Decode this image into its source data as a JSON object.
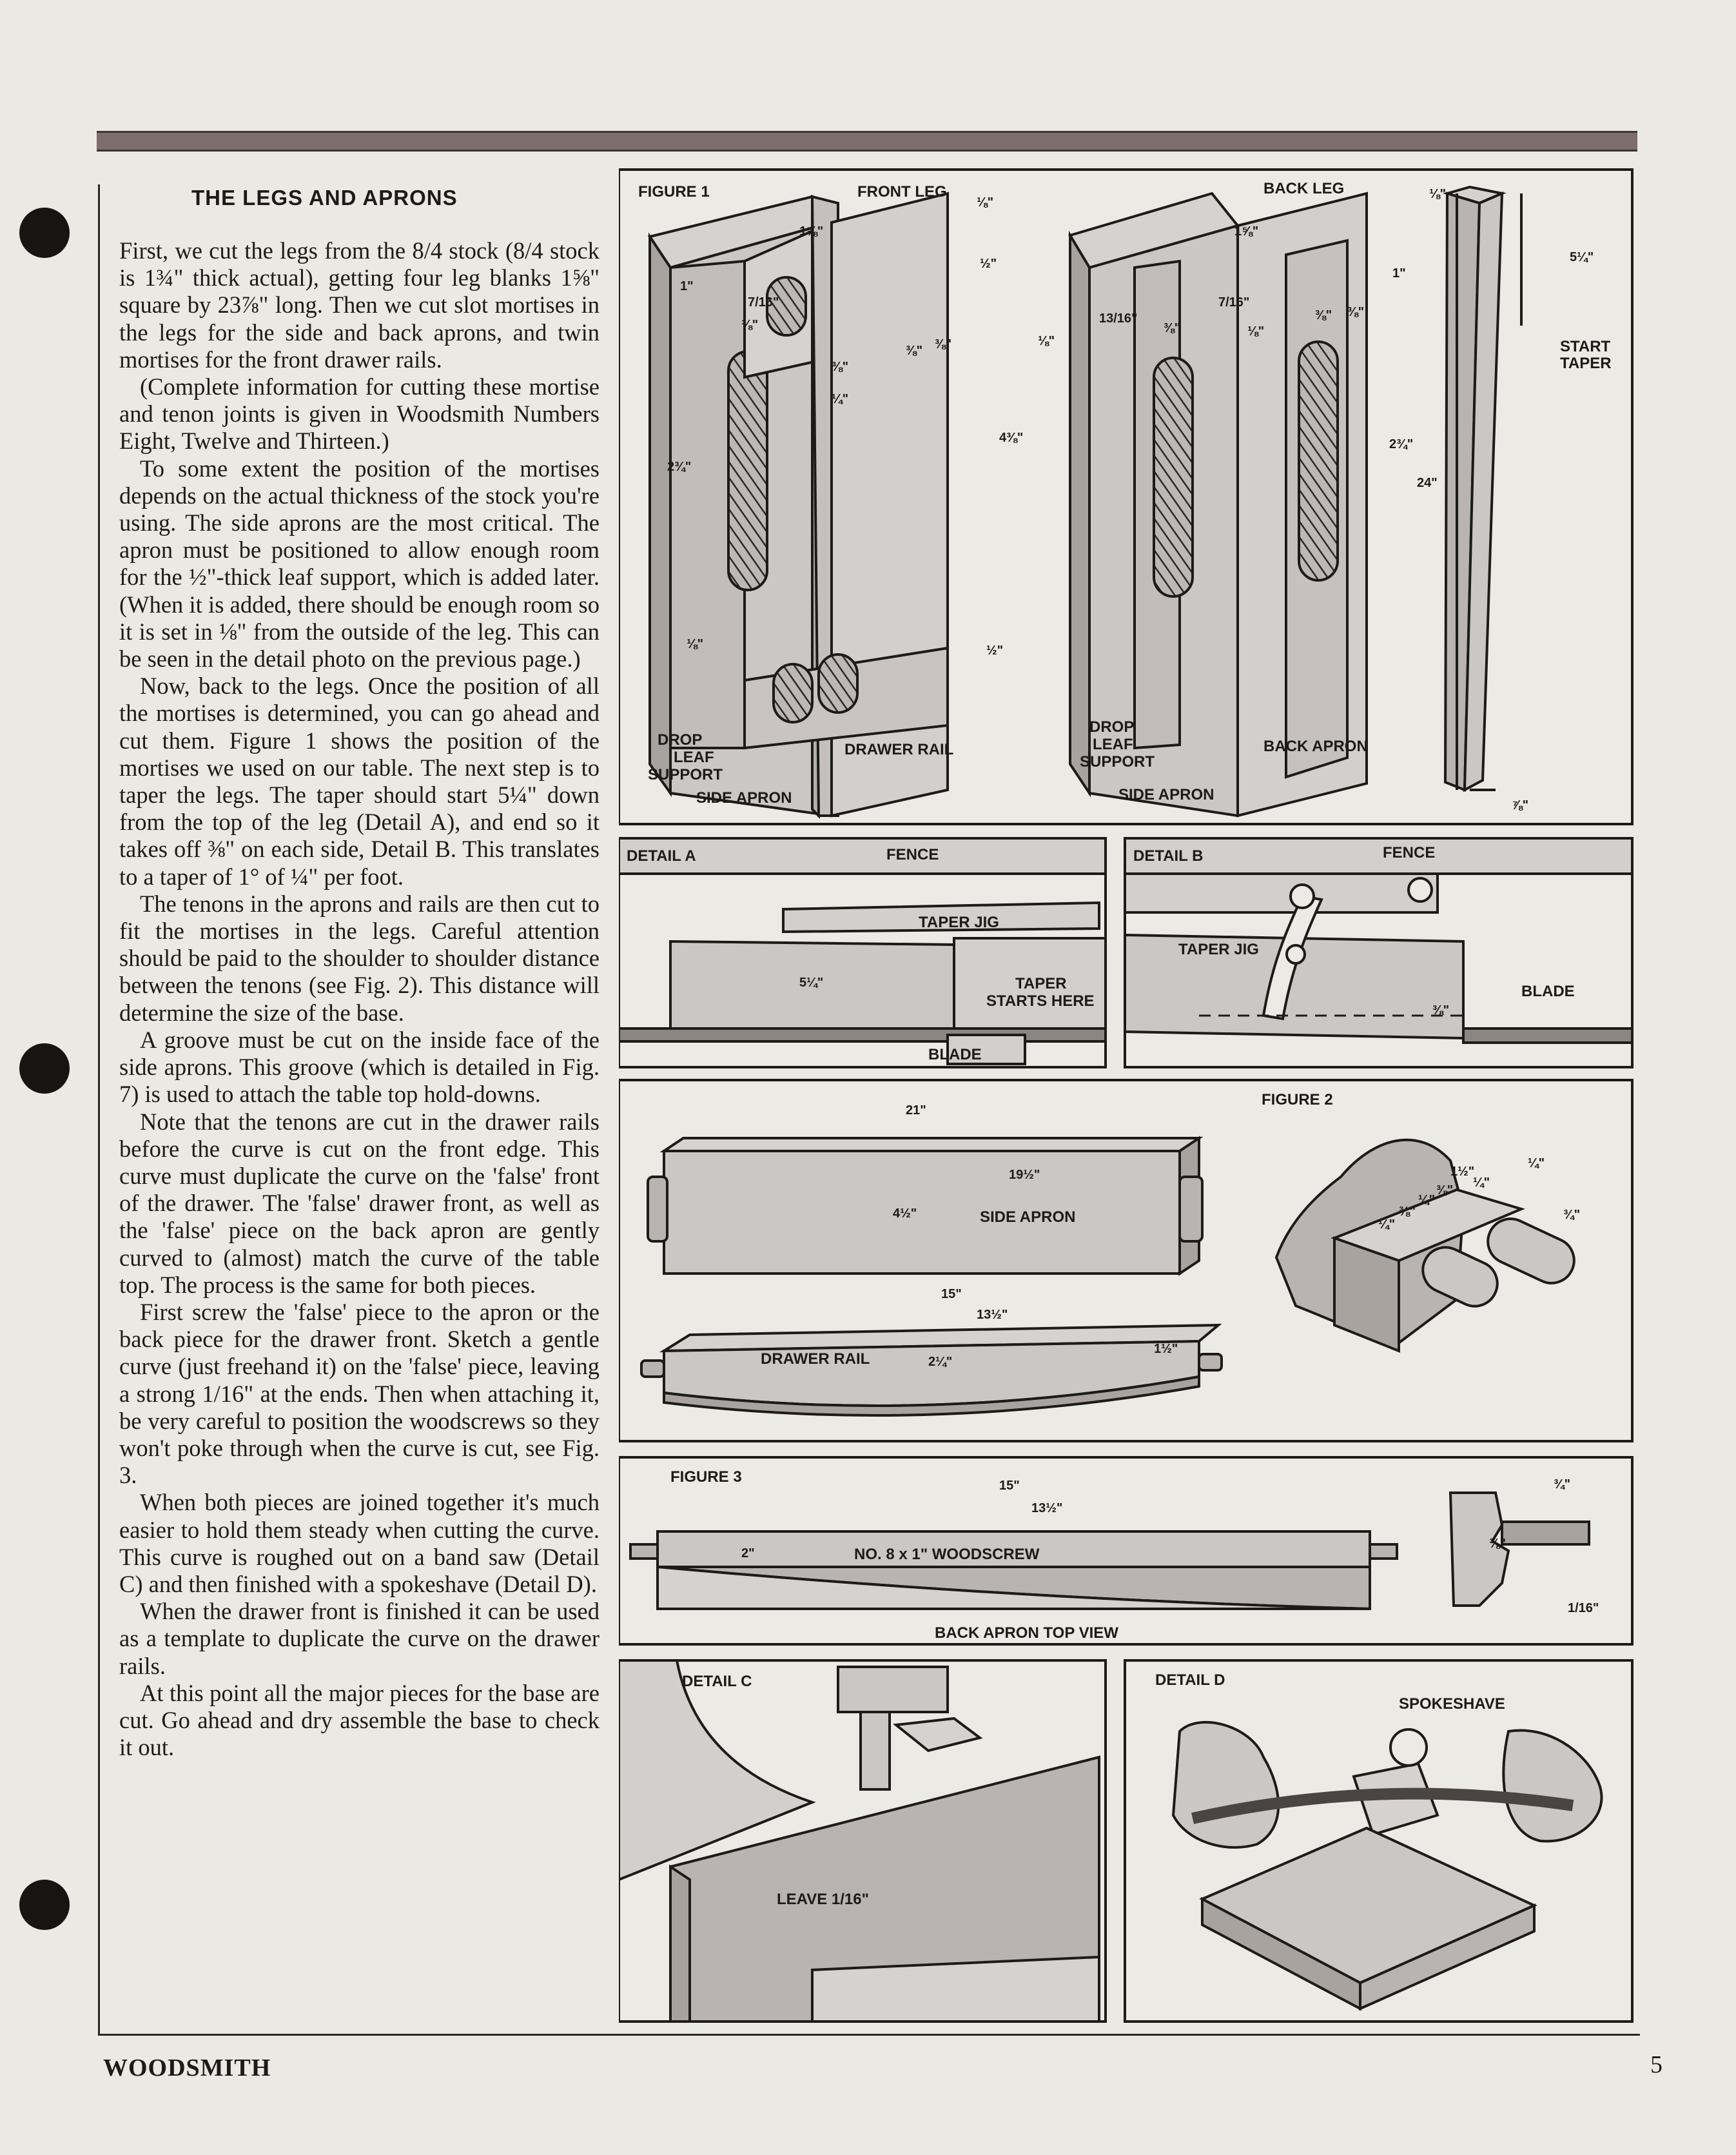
{
  "article": {
    "heading": "THE LEGS AND APRONS",
    "paragraphs": [
      "First, we cut the legs from the 8/4 stock (8/4 stock is 1¾\" thick actual), getting four leg blanks 1⅝\" square by 23⅞\" long. Then we cut slot mortises in the legs for the side and back aprons, and twin mortises for the front drawer rails.",
      "(Complete information for cutting these mortise and tenon joints is given in Woodsmith Numbers Eight, Twelve and Thirteen.)",
      "To some extent the position of the mortises depends on the actual thickness of the stock you're using. The side aprons are the most critical. The apron must be positioned to allow enough room for the ½\"-thick leaf support, which is added later. (When it is added, there should be enough room so it is set in ⅛\" from the outside of the leg. This can be seen in the detail photo on the previous page.)",
      "Now, back to the legs. Once the position of all the mortises is determined, you can go ahead and cut them. Figure 1 shows the position of the mortises we used on our table. The next step is to taper the legs. The taper should start 5¼\" down from the top of the leg (Detail A), and end so it takes off ⅜\" on each side, Detail B. This translates to a taper of 1° of ¼\" per foot.",
      "The tenons in the aprons and rails are then cut to fit the mortises in the legs. Careful attention should be paid to the shoulder to shoulder distance between the tenons (see Fig. 2). This distance will determine the size of the base.",
      "A groove must be cut on the inside face of the side aprons. This groove (which is detailed in Fig. 7) is used to attach the table top hold-downs.",
      "Note that the tenons are cut in the drawer rails before the curve is cut on the front edge. This curve must duplicate the curve on the 'false' front of the drawer. The 'false' drawer front, as well as the 'false' piece on the back apron are gently curved to (almost) match the curve of the table top. The process is the same for both pieces.",
      "First screw the 'false' piece to the apron or the back piece for the drawer front. Sketch a gentle curve (just freehand it) on the 'false' piece, leaving a strong 1/16\" at the ends. Then when attaching it, be very careful to position the woodscrews so they won't poke through when the curve is cut, see Fig. 3.",
      "When both pieces are joined together it's much easier to hold them steady when cutting the curve. This curve is roughed out on a band saw (Detail C) and then finished with a spokeshave (Detail D).",
      "When the drawer front is finished it can be used as a template to duplicate the curve on the drawer rails.",
      "At this point all the major pieces for the base are cut. Go ahead and dry assemble the base to check it out."
    ]
  },
  "figure1": {
    "title": "FIGURE 1",
    "front_leg": "FRONT LEG",
    "back_leg": "BACK LEG",
    "drop_leaf_support": [
      "DROP",
      "LEAF",
      "SUPPORT"
    ],
    "side_apron": "SIDE APRON",
    "drawer_rail": "DRAWER RAIL",
    "back_apron": "BACK APRON",
    "start_taper": [
      "START",
      "TAPER"
    ],
    "dims": {
      "front_width": "1⅝\"",
      "back_width": "1⅝\"",
      "front_top": "⅛\"",
      "front_mortise_top": "1\"",
      "front_7_16": "7/16\"",
      "front_3_8": "⅜\"",
      "front_height": "4⅜\"",
      "front_slot": "2¾\"",
      "front_half_top": "½\"",
      "front_half_bottom": "½\"",
      "front_bottom": "⅛\"",
      "front_3_8_b": "⅜\"",
      "front_3_8_c": "⅜\"",
      "front_3_8_d": "⅜\"",
      "front_1_4": "¼\"",
      "back_13_16": "13/16\"",
      "back_3_8": "⅜\"",
      "back_7_16": "7/16\"",
      "back_1_8": "⅛\"",
      "back_1_8_b": "⅛\"",
      "back_3_8_b": "⅜\"",
      "back_3_8_c": "⅜\"",
      "back_1": "1\"",
      "back_slot": "2¾\"",
      "taper_top": "5¼\"",
      "taper_length": "24\"",
      "taper_bottom": "⅞\"",
      "taper_tick": "⅛\""
    }
  },
  "detailA": {
    "title": "DETAIL A",
    "fence": "FENCE",
    "taper_jig": "TAPER JIG",
    "dim": "5¼\"",
    "taper_starts": [
      "TAPER",
      "STARTS HERE"
    ],
    "blade": "BLADE"
  },
  "detailB": {
    "title": "DETAIL B",
    "fence": "FENCE",
    "taper_jig": "TAPER JIG",
    "dim": "⅜\"",
    "blade": "BLADE"
  },
  "figure2": {
    "title": "FIGURE 2",
    "side_apron": "SIDE APRON",
    "drawer_rail": "DRAWER RAIL",
    "d21": "21\"",
    "d19_5": "19½\"",
    "d4_5": "4½\"",
    "d15": "15\"",
    "d13_5": "13½\"",
    "d2_25": "2¼\"",
    "d1_5": "1½\"",
    "joint_dims": [
      "1½\"",
      "¼\"",
      "⅜\"",
      "¼\"",
      "⅜\"",
      "¼\"",
      "¼\"",
      "¾\""
    ]
  },
  "figure3": {
    "title": "FIGURE 3",
    "d15": "15\"",
    "d13_5": "13½\"",
    "d2": "2\"",
    "screw": "NO. 8 x 1\" WOODSCREW",
    "caption": "BACK APRON    TOP VIEW",
    "d3_4": "¾\"",
    "d3_8": "⅜\"",
    "d1_16": "1/16\""
  },
  "detailC": {
    "title": "DETAIL C",
    "leave": "LEAVE 1/16\""
  },
  "detailD": {
    "title": "DETAIL D",
    "spokeshave": "SPOKESHAVE"
  },
  "footer": {
    "magazine": "WOODSMITH",
    "page": "5"
  },
  "colors": {
    "paper": "#eae9e3",
    "bar": "#7d6e6c",
    "wood": "#cbc7c4",
    "wood_dark": "#a9a3a0",
    "ink": "#1c1b19"
  }
}
